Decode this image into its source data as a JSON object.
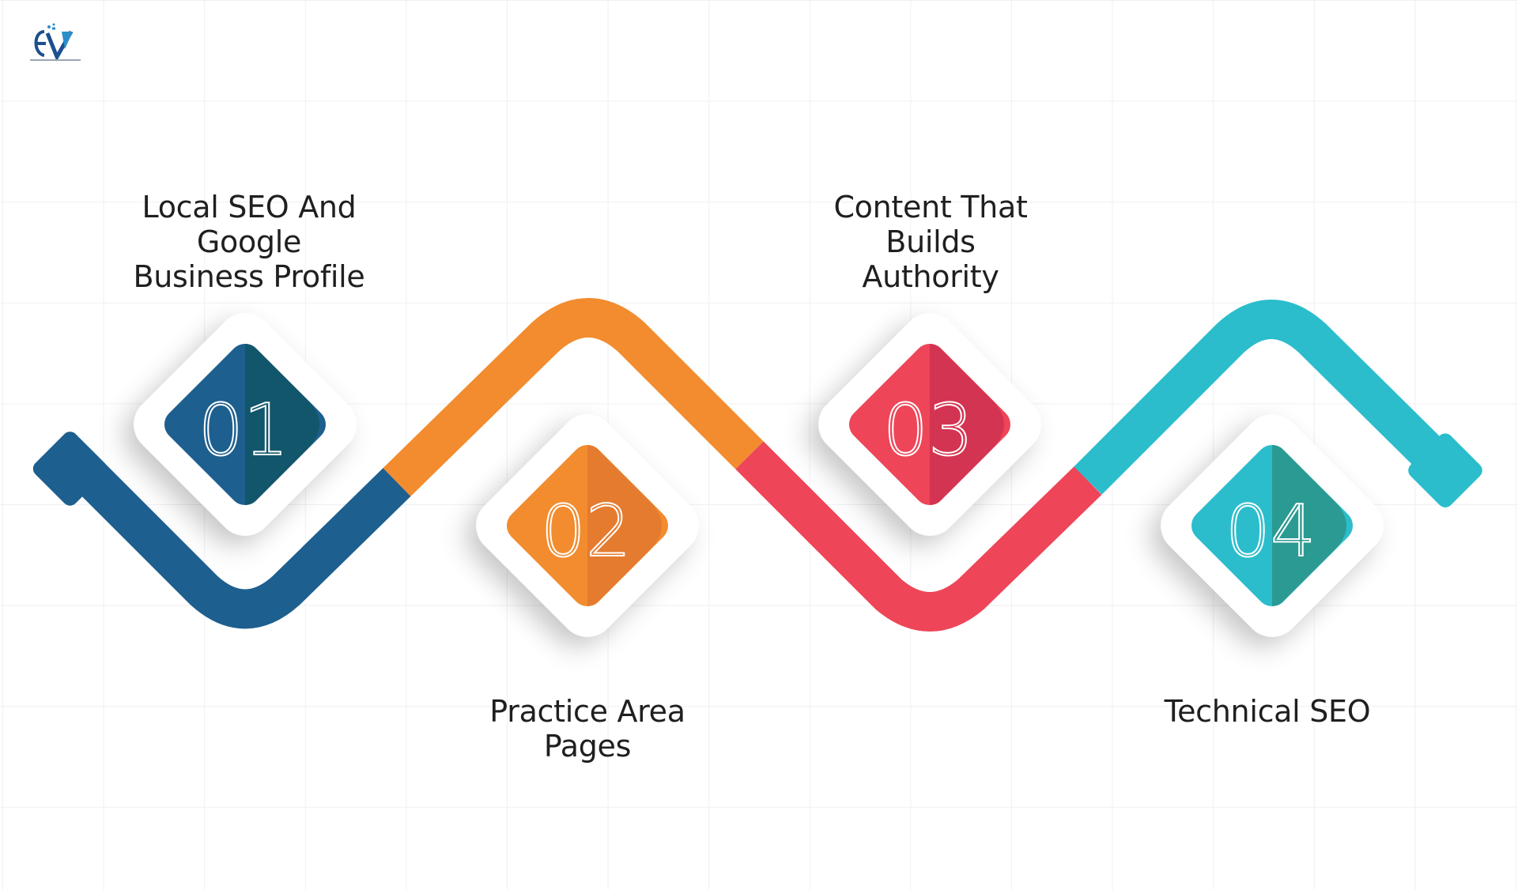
{
  "steps": [
    {
      "number": "01",
      "label": "Local SEO And\nGoogle\nBusiness Profile",
      "color": "#1d5f8e",
      "color_dark": "#12566b"
    },
    {
      "number": "02",
      "label": "Practice Area\nPages",
      "color": "#f28c2e",
      "color_dark": "#e57b2f"
    },
    {
      "number": "03",
      "label": "Content That\nBuilds\nAuthority",
      "color": "#ee4558",
      "color_dark": "#d33451"
    },
    {
      "number": "04",
      "label": "Technical SEO",
      "color": "#2bbdcc",
      "color_dark": "#2a9a92"
    }
  ],
  "logo": {
    "icon": "ev-logo-icon"
  }
}
